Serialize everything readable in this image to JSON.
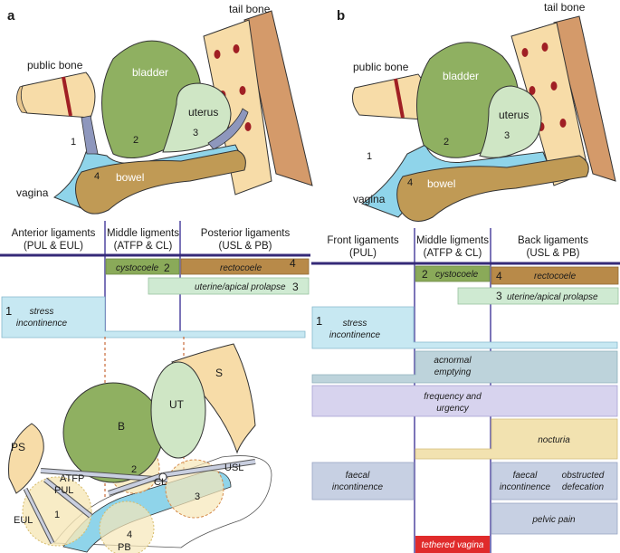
{
  "panel_a": {
    "letter": "a",
    "anatomy": {
      "tail_bone": "tail bone",
      "pubic_bone": "public bone",
      "bladder": "bladder",
      "uterus": "uterus",
      "bowel": "bowel",
      "vagina": "vagina",
      "num_1": "1",
      "num_2": "2",
      "num_3": "3",
      "num_4": "4"
    },
    "headers": {
      "anterior_l1": "Anterior ligaments",
      "anterior_l2": "(PUL & EUL)",
      "middle_l1": "Middle ligments",
      "middle_l2": "(ATFP & CL)",
      "posterior_l1": "Posterior ligaments",
      "posterior_l2": "(USL & PB)"
    },
    "bars": {
      "cystocoele": "cystocoele",
      "cystocoele_num": "2",
      "rectocoele": "rectocoele",
      "rectocoele_num": "4",
      "uterine_prolapse": "uterine/apical prolapse",
      "uterine_prolapse_num": "3",
      "stress_num": "1",
      "stress_l1": "stress",
      "stress_l2": "incontinence"
    },
    "bottom": {
      "S": "S",
      "B": "B",
      "UT": "UT",
      "PS": "PS",
      "USL": "USL",
      "ATFP": "ATFP",
      "PUL": "PUL",
      "CL": "CL",
      "EUL": "EUL",
      "PB": "PB",
      "n1": "1",
      "n2": "2",
      "n3": "3",
      "n4": "4"
    }
  },
  "panel_b": {
    "letter": "b",
    "anatomy": {
      "tail_bone": "tail bone",
      "pubic_bone": "public bone",
      "bladder": "bladder",
      "uterus": "uterus",
      "bowel": "bowel",
      "vagina": "vagina",
      "num_1": "1",
      "num_2": "2",
      "num_3": "3",
      "num_4": "4"
    },
    "headers": {
      "front_l1": "Front ligaments",
      "front_l2": "(PUL)",
      "middle_l1": "Middle ligments",
      "middle_l2": "(ATFP & CL)",
      "back_l1": "Back ligaments",
      "back_l2": "(USL & PB)"
    },
    "bars": {
      "cystocoele": "cystocoele",
      "cystocoele_num": "2",
      "rectocoele": "rectocoele",
      "rectocoele_num": "4",
      "uterine_prolapse": "uterine/apical prolapse",
      "uterine_prolapse_num": "3",
      "stress_num": "1",
      "stress_l1": "stress",
      "stress_l2": "incontinence",
      "abnormal_l1": "acnormal",
      "abnormal_l2": "emptying",
      "frequency_l1": "frequency and",
      "frequency_l2": "urgency",
      "nocturia": "nocturia",
      "faecal_l1": "faecal",
      "faecal_l2": "incontinence",
      "faecal2_l1": "faecal",
      "faecal2_l2": "incontinence",
      "obstructed_l1": "obstructed",
      "obstructed_l2": "defecation",
      "pelvic_pain": "pelvic pain",
      "tethered": "tethered vagina"
    }
  },
  "colors": {
    "bone": "#f7dca8",
    "bone_stripe": "#a01f24",
    "bladder": "#8fb061",
    "uterus": "#cfe6c5",
    "bowel": "#c09a55",
    "vagina": "#8fd4ea",
    "ligament": "#8e97bd",
    "header_line": "#352a78",
    "divider": "#7b74b8",
    "cyan_bar": "#c7e8f2",
    "green_bar": "#8aaa59",
    "brown_bar": "#b88a49",
    "lightgreen_bar": "#cfead2",
    "teal_bar": "#bdd3db",
    "lavender_bar": "#d7d3ee",
    "yellow_bar": "#f2e2b0",
    "blue_bar": "#c7d0e3",
    "red_bar": "#e02b2b"
  }
}
